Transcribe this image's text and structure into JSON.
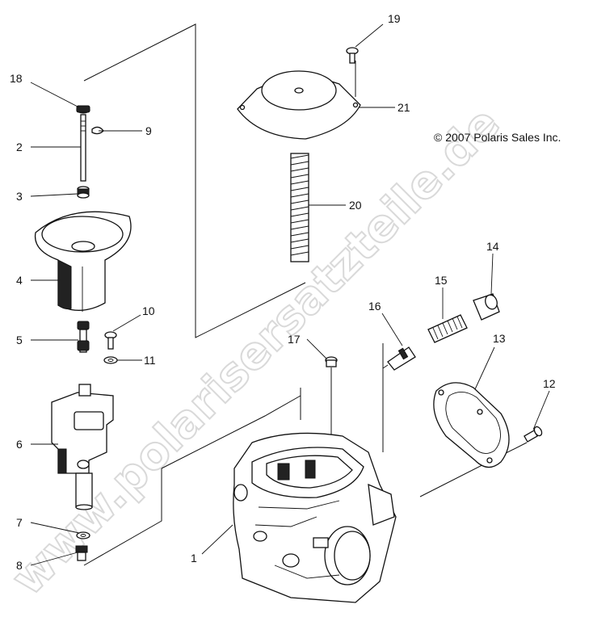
{
  "watermark": "www.polarisersatzteile.de",
  "copyright": "© 2007 Polaris Sales Inc.",
  "callouts": {
    "n1": "1",
    "n2": "2",
    "n3": "3",
    "n4": "4",
    "n5": "5",
    "n6": "6",
    "n7": "7",
    "n8": "8",
    "n9": "9",
    "n10": "10",
    "n11": "11",
    "n12": "12",
    "n13": "13",
    "n14": "14",
    "n15": "15",
    "n16": "16",
    "n17": "17",
    "n18": "18",
    "n19": "19",
    "n20": "20",
    "n21": "21"
  }
}
